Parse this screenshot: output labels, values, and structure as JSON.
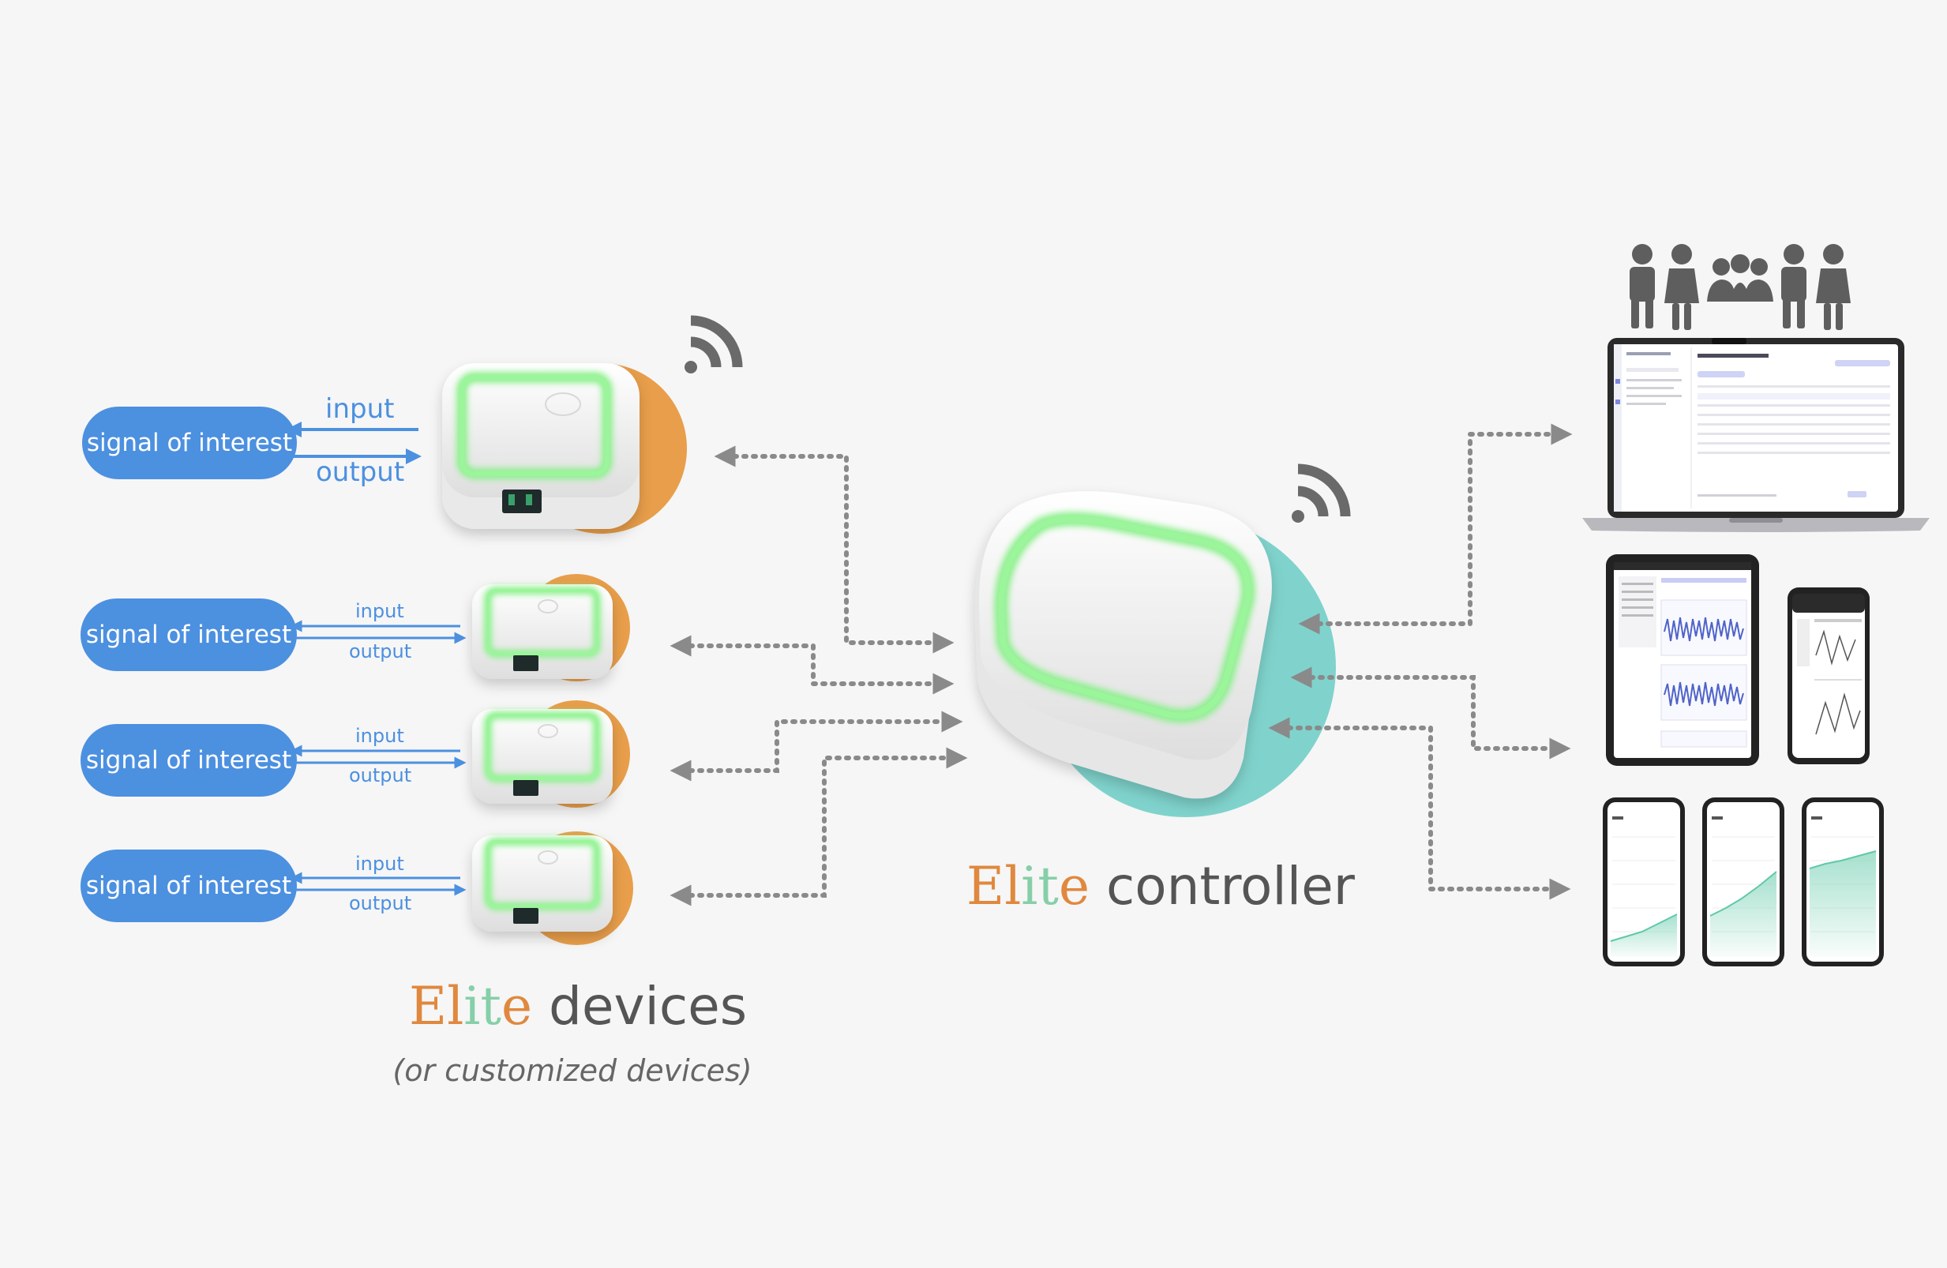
{
  "colors": {
    "background": "#f6f6f6",
    "pill": "#4c90e0",
    "device_backdrop": "#e89e4a",
    "controller_backdrop": "#7fd3cc",
    "led_glow": "#8ef08e",
    "arrow": "#8a8a8a",
    "brand_e": "#e0883e",
    "brand_l": "#e0883e",
    "brand_i": "#86cfa8",
    "brand_t": "#86cfa8",
    "brand_e2": "#e0883e",
    "wifi": "#6a6a6a"
  },
  "signals": [
    {
      "label": "signal of interest",
      "input": "input",
      "output": "output"
    },
    {
      "label": "signal of interest",
      "input": "input",
      "output": "output"
    },
    {
      "label": "signal of interest",
      "input": "input",
      "output": "output"
    },
    {
      "label": "signal of interest",
      "input": "input",
      "output": "output"
    }
  ],
  "devices_title": {
    "brand": [
      "E",
      "l",
      "i",
      "t",
      "e"
    ],
    "rest": " devices",
    "subtitle": "(or customized devices)"
  },
  "controller_title": {
    "brand": [
      "E",
      "l",
      "i",
      "t",
      "e"
    ],
    "rest": " controller"
  },
  "icons": {
    "wifi": "wifi-icon",
    "users": "users-group-icon",
    "laptop": "laptop-icon",
    "tablet": "tablet-icon",
    "phone": "smartphone-icon"
  }
}
